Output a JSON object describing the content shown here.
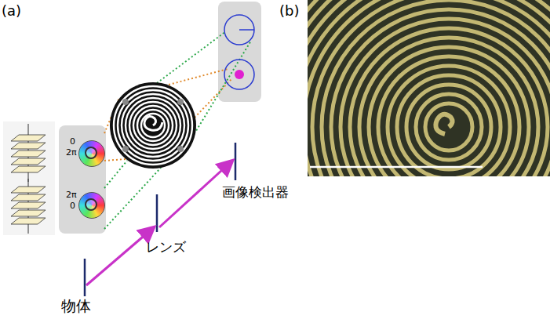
{
  "diagram": {
    "labels": [
      "(a)",
      "(b)",
      "0",
      "2π",
      "2π",
      "0",
      "物体",
      "レンズ",
      "画像検出器"
    ]
  }
}
